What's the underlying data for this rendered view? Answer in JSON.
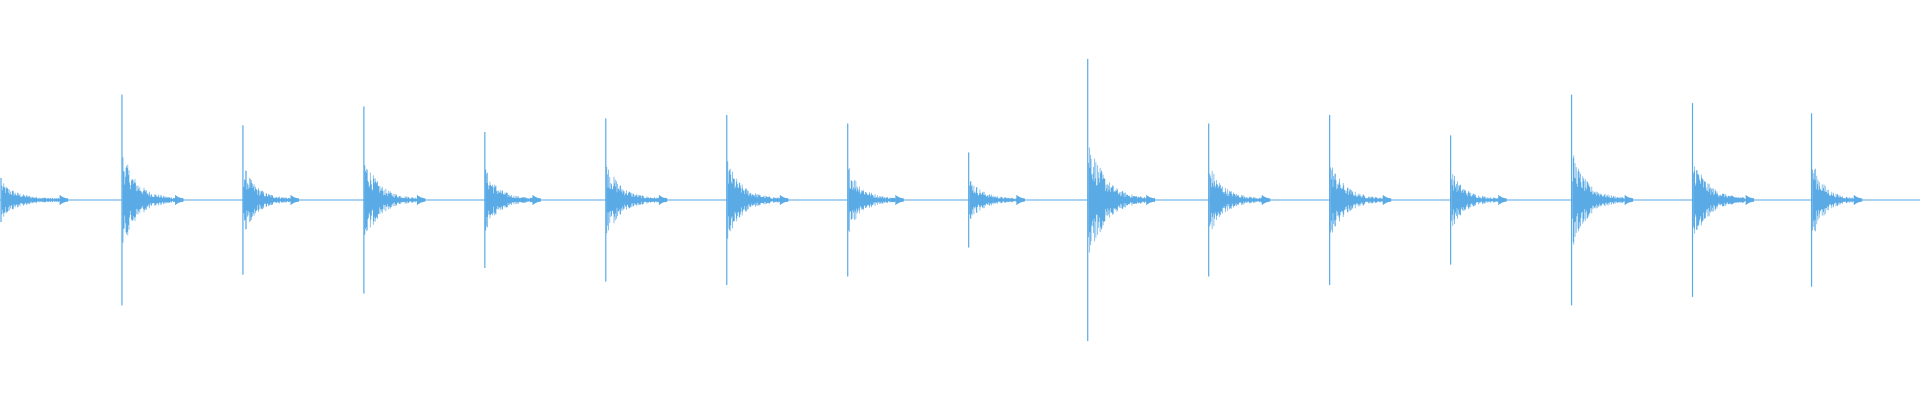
{
  "waveform": {
    "color": "#5aaae6",
    "background": "#ffffff",
    "hits": [
      {
        "position": 0.0,
        "peak": 0.13,
        "tail": 0.55
      },
      {
        "position": 0.063,
        "peak": 0.62,
        "tail": 0.5
      },
      {
        "position": 0.126,
        "peak": 0.44,
        "tail": 0.45
      },
      {
        "position": 0.189,
        "peak": 0.55,
        "tail": 0.5
      },
      {
        "position": 0.252,
        "peak": 0.4,
        "tail": 0.45
      },
      {
        "position": 0.315,
        "peak": 0.48,
        "tail": 0.5
      },
      {
        "position": 0.378,
        "peak": 0.5,
        "tail": 0.5
      },
      {
        "position": 0.441,
        "peak": 0.45,
        "tail": 0.45
      },
      {
        "position": 0.504,
        "peak": 0.28,
        "tail": 0.45
      },
      {
        "position": 0.566,
        "peak": 0.83,
        "tail": 0.55
      },
      {
        "position": 0.629,
        "peak": 0.45,
        "tail": 0.5
      },
      {
        "position": 0.692,
        "peak": 0.5,
        "tail": 0.5
      },
      {
        "position": 0.755,
        "peak": 0.38,
        "tail": 0.45
      },
      {
        "position": 0.818,
        "peak": 0.62,
        "tail": 0.5
      },
      {
        "position": 0.881,
        "peak": 0.57,
        "tail": 0.5
      },
      {
        "position": 0.943,
        "peak": 0.51,
        "tail": 0.4
      }
    ]
  }
}
